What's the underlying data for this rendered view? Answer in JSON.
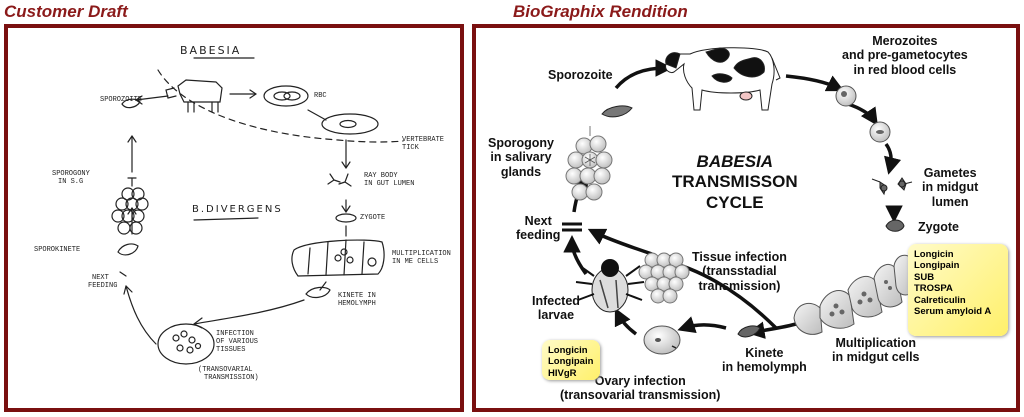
{
  "headers": {
    "left": "Customer Draft",
    "right": "BioGraphix Rendition"
  },
  "sketch": {
    "title": "BABESIA",
    "species": "B.DIVERGENS",
    "sporozoite": "SPOROZOITE",
    "rbc": "RBC",
    "vertebrate_tick": [
      "VERTEBRATE",
      "TICK"
    ],
    "ray_body": [
      "RAY BODY",
      "IN GUT LUMEN"
    ],
    "zygote": "ZYGOTE",
    "multiplication": [
      "MULTIPLICATION",
      "IN ME CELLS"
    ],
    "kinete": [
      "KINETE IN",
      "HEMOLYMPH"
    ],
    "infection": [
      "INFECTION",
      "OF VARIOUS",
      "TISSUES"
    ],
    "transovarial": [
      "(TRANSOVARIAL",
      "TRANSMISSION)"
    ],
    "sporogony": [
      "SPOROGONY",
      "IN S.G"
    ],
    "sporokinete": "SPOROKINETE",
    "next_feeding": [
      "NEXT",
      "FEEDING"
    ]
  },
  "diagram": {
    "center": [
      "BABESIA",
      "TRANSMISSON",
      "CYCLE"
    ],
    "sporozoite": "Sporozoite",
    "merozoites": [
      "Merozoites",
      "and pre-gametocytes",
      "in red blood cells"
    ],
    "gametes": [
      "Gametes",
      "in midgut",
      "lumen"
    ],
    "zygote": "Zygote",
    "multiplication": [
      "Multiplication",
      "in midgut cells"
    ],
    "kinete": [
      "Kinete",
      "in hemolymph"
    ],
    "ovary": [
      "Ovary infection",
      "(transovarial transmission)"
    ],
    "tissue": [
      "Tissue infection",
      "(transstadial",
      "transmission)"
    ],
    "infected_larvae": [
      "Infected",
      "larvae"
    ],
    "next_feeding": [
      "Next",
      "feeding"
    ],
    "sporogony": [
      "Sporogony",
      "in salivary",
      "glands"
    ],
    "box_midgut": [
      "Longicin",
      "Longipain",
      "SUB",
      "TROSPA",
      "Calreticulin",
      "Serum amyloid A"
    ],
    "box_ovary": [
      "Longicin",
      "Longipain",
      "HIVgR"
    ]
  }
}
